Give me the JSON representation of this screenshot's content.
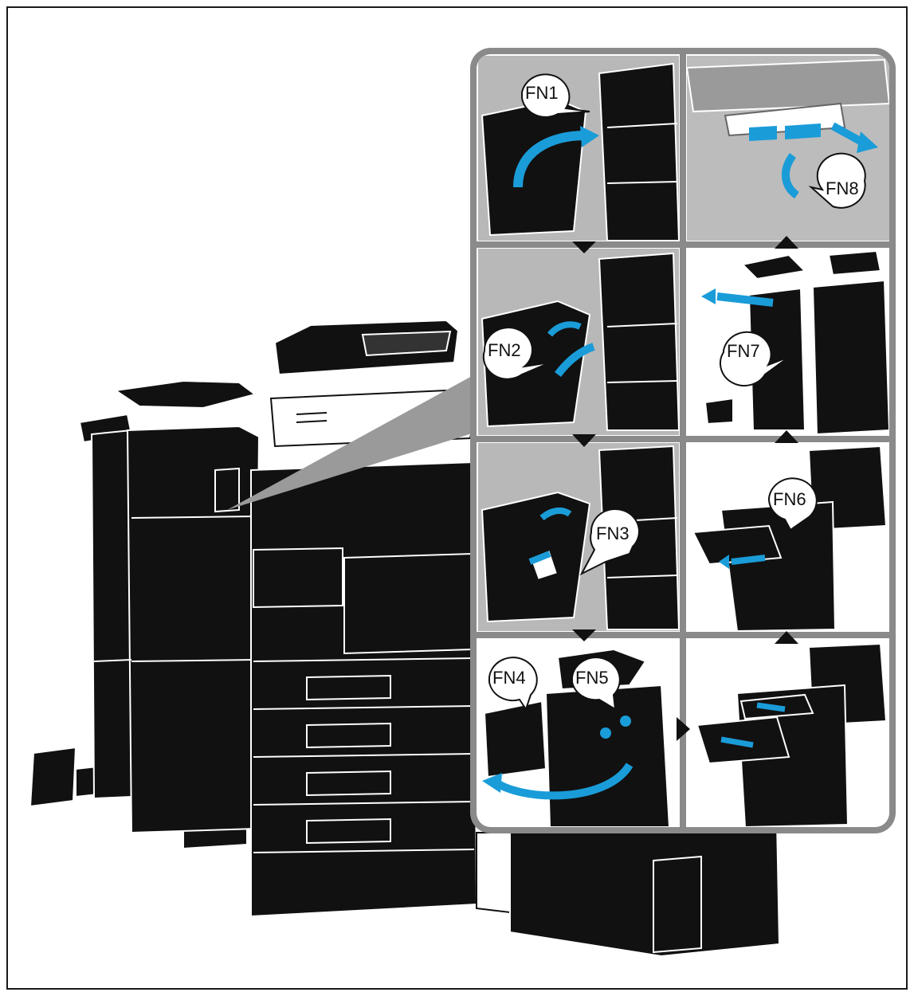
{
  "figure": {
    "description_colors": {
      "machine": "#111111",
      "outline": "#ffffff",
      "panel_frame": "#8a8a8a",
      "panel_bg": "#b5b5b5",
      "arrow": "#1a9cd8",
      "callout_fill": "#ffffff"
    },
    "callouts": [
      {
        "id": "fn1",
        "label": "FN1"
      },
      {
        "id": "fn2",
        "label": "FN2"
      },
      {
        "id": "fn3",
        "label": "FN3"
      },
      {
        "id": "fn4",
        "label": "FN4"
      },
      {
        "id": "fn5",
        "label": "FN5"
      },
      {
        "id": "fn6",
        "label": "FN6"
      },
      {
        "id": "fn7",
        "label": "FN7"
      },
      {
        "id": "fn8",
        "label": "FN8"
      }
    ],
    "step_arrows": [
      "down",
      "down",
      "down",
      "right",
      "up",
      "up",
      "up"
    ]
  }
}
